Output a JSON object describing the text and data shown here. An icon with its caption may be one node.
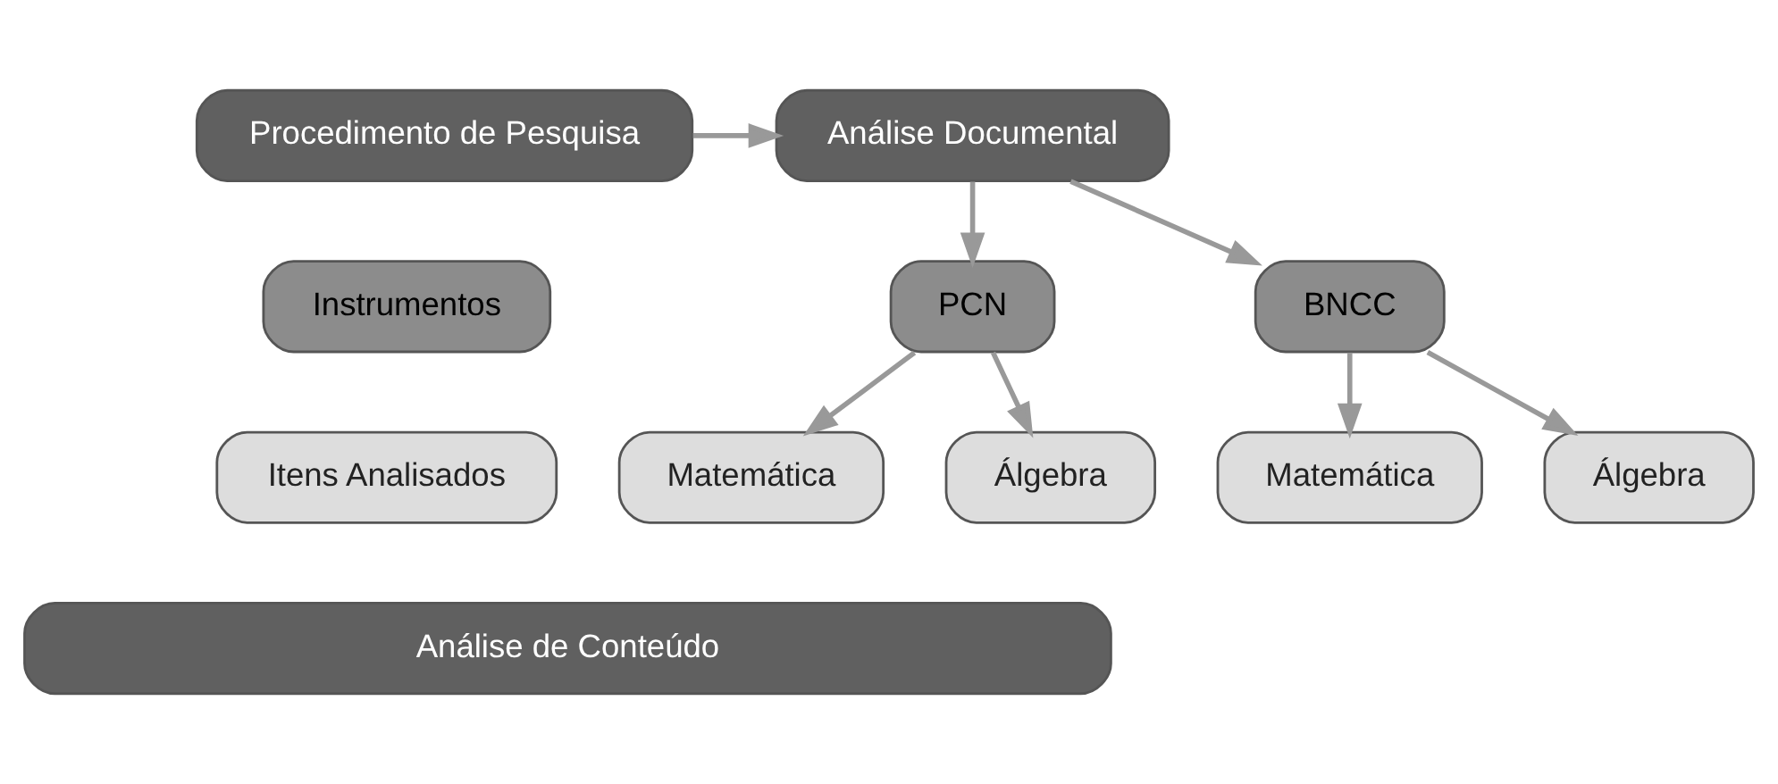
{
  "diagram": {
    "nodes": [
      {
        "text": [
          "Procedimento de Pesquisa"
        ]
      },
      {
        "text": [
          "Análise Documental"
        ]
      },
      {
        "text": [
          "Instrumentos"
        ]
      },
      {
        "text": [
          "PCN"
        ]
      },
      {
        "text": [
          "BNCC"
        ]
      },
      {
        "text": [
          "Itens Analisados"
        ]
      },
      {
        "text": [
          "Matemática"
        ]
      },
      {
        "text": [
          "Álgebra"
        ]
      },
      {
        "text": [
          "Matemática"
        ]
      },
      {
        "text": [
          "Álgebra"
        ]
      },
      {
        "text": [
          "Análise de Conteúdo"
        ]
      }
    ],
    "edges": [
      {
        "from": 0,
        "to": 1,
        "arrow": "to"
      },
      {
        "from": 1,
        "to": 3,
        "arrow": "to"
      },
      {
        "from": 1,
        "to": 4,
        "arrow": "to"
      },
      {
        "from": 3,
        "to": 6,
        "arrow": "to"
      },
      {
        "from": 3,
        "to": 7,
        "arrow": "to"
      },
      {
        "from": 4,
        "to": 8,
        "arrow": "to"
      },
      {
        "from": 4,
        "to": 9,
        "arrow": "to"
      }
    ]
  }
}
